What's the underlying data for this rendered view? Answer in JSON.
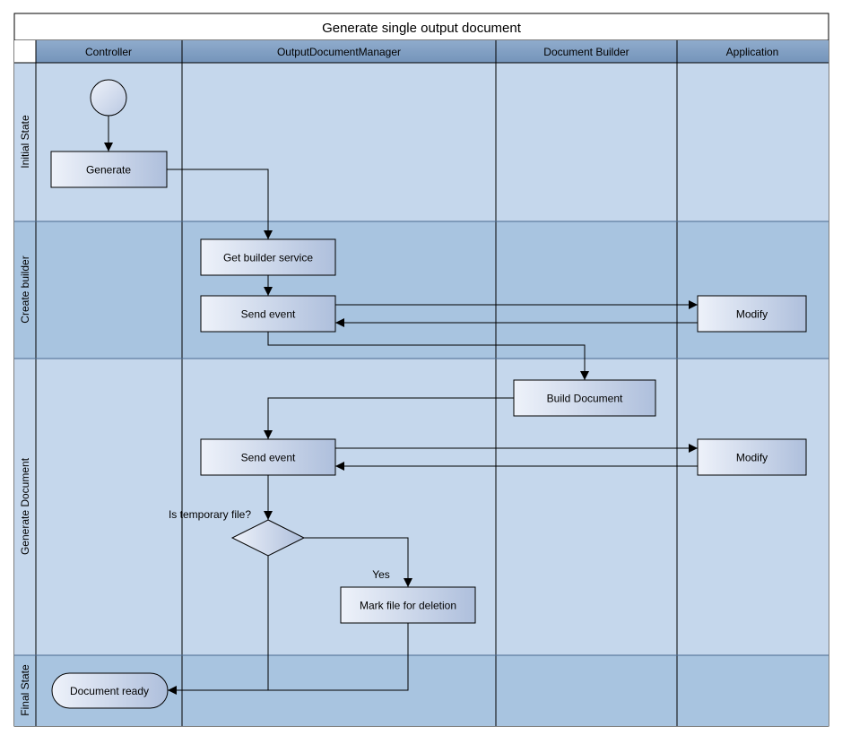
{
  "title": "Generate single output document",
  "lanes": [
    {
      "id": "controller",
      "label": "Controller"
    },
    {
      "id": "odm",
      "label": "OutputDocumentManager"
    },
    {
      "id": "builder",
      "label": "Document Builder"
    },
    {
      "id": "app",
      "label": "Application"
    }
  ],
  "phases": [
    {
      "id": "initial",
      "label": "Initial State"
    },
    {
      "id": "create",
      "label": "Create builder"
    },
    {
      "id": "generate",
      "label": "Generate Document"
    },
    {
      "id": "final",
      "label": "Final State"
    }
  ],
  "nodes": {
    "generate": "Generate",
    "get_builder": "Get builder service",
    "send_event_1": "Send event",
    "modify_1": "Modify",
    "build_document": "Build Document",
    "send_event_2": "Send event",
    "modify_2": "Modify",
    "mark_file": "Mark file for deletion",
    "document_ready": "Document ready"
  },
  "decision": {
    "question": "Is temporary file?",
    "yes_label": "Yes"
  },
  "colors": {
    "band_light": "#c5d7ec",
    "band_dark": "#a8c4e0",
    "header": "#7f9dc0",
    "node_fill_start": "#eef2fa",
    "node_fill_end": "#aebfdc",
    "stroke": "#000000"
  }
}
